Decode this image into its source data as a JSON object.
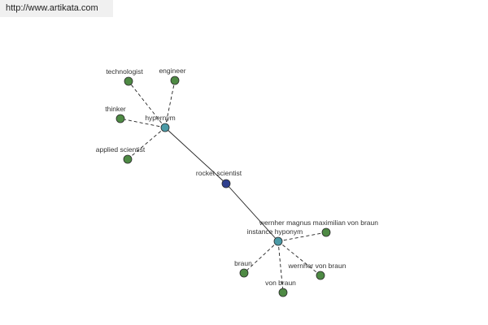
{
  "site": {
    "url": "http://www.artikata.com"
  },
  "colors": {
    "leaf": "#4e8a44",
    "relation": "#4b9aa6",
    "root": "#2f3f8e",
    "edge": "#222222",
    "url_bar": "#f0f0f0"
  },
  "graph": {
    "root": "rocket scientist",
    "relations": [
      {
        "label": "hypernym",
        "terms": [
          "technologist",
          "engineer",
          "thinker",
          "applied scientist"
        ]
      },
      {
        "label": "instance hyponym",
        "terms": [
          "wernher magnus maximilian von braun",
          "braun",
          "von braun",
          "wernher von braun"
        ]
      }
    ]
  }
}
